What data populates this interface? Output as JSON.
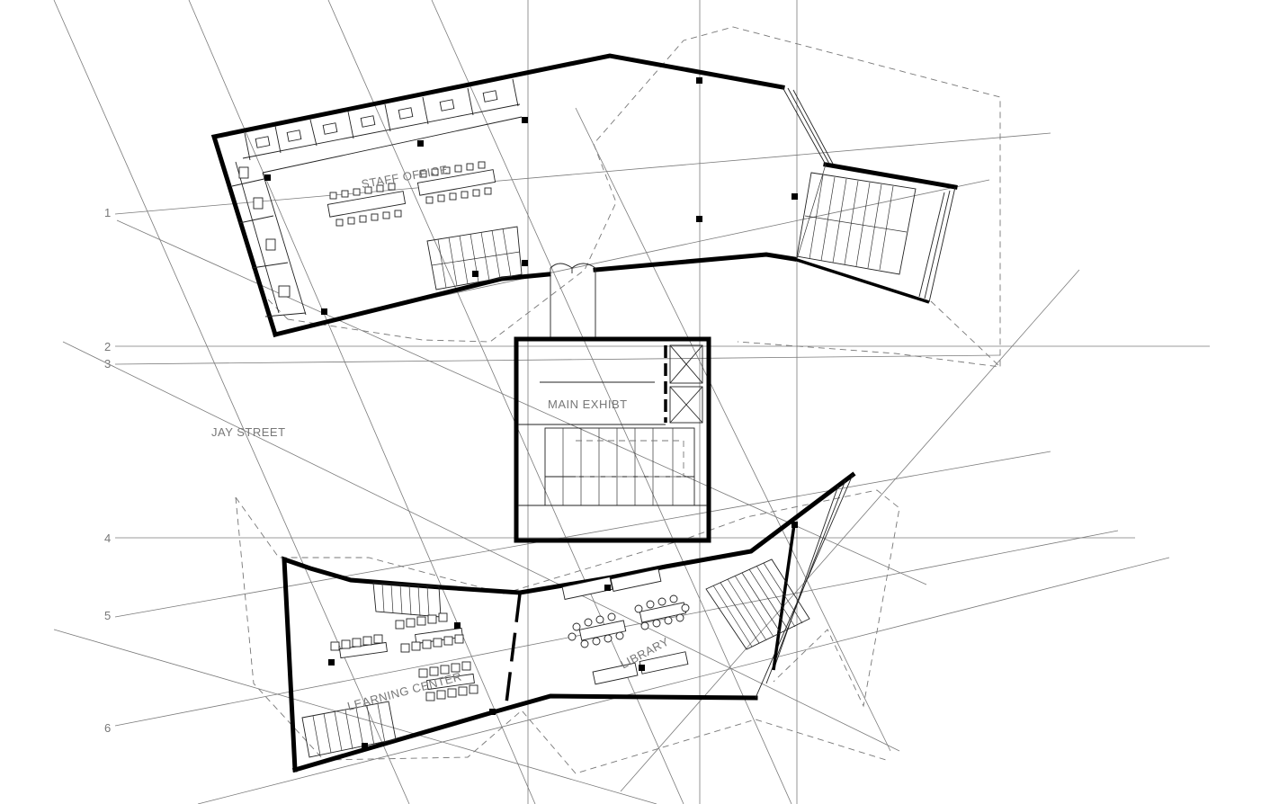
{
  "grid_axes": [
    "1",
    "2",
    "3",
    "4",
    "5",
    "6"
  ],
  "rooms": {
    "staff_office": "STAFF OFFICE",
    "main_exhibit": "MAIN EXHIBT",
    "learning_center": "LEARNING CENTER",
    "library": "LIBRARY"
  },
  "street_label": "JAY STREET"
}
